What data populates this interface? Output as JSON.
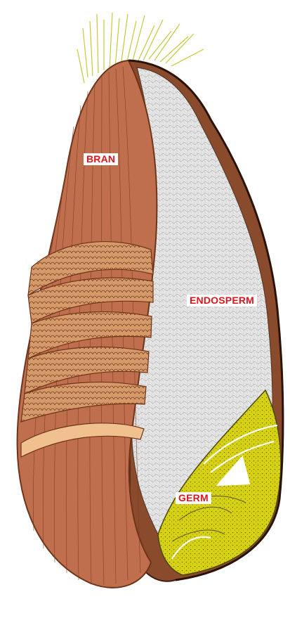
{
  "labels": {
    "bran": "BRAN",
    "endosperm": "ENDOSPERM",
    "germ": "GERM"
  },
  "colors": {
    "bran": "#bf6f4e",
    "bran_dark": "#7a3a22",
    "bran_light": "#e9b98a",
    "endosperm": "#e4e4e4",
    "germ": "#d9d214",
    "germ_dark": "#6b6a10",
    "hair": "#d8d640",
    "label_text": "#e0151b"
  }
}
